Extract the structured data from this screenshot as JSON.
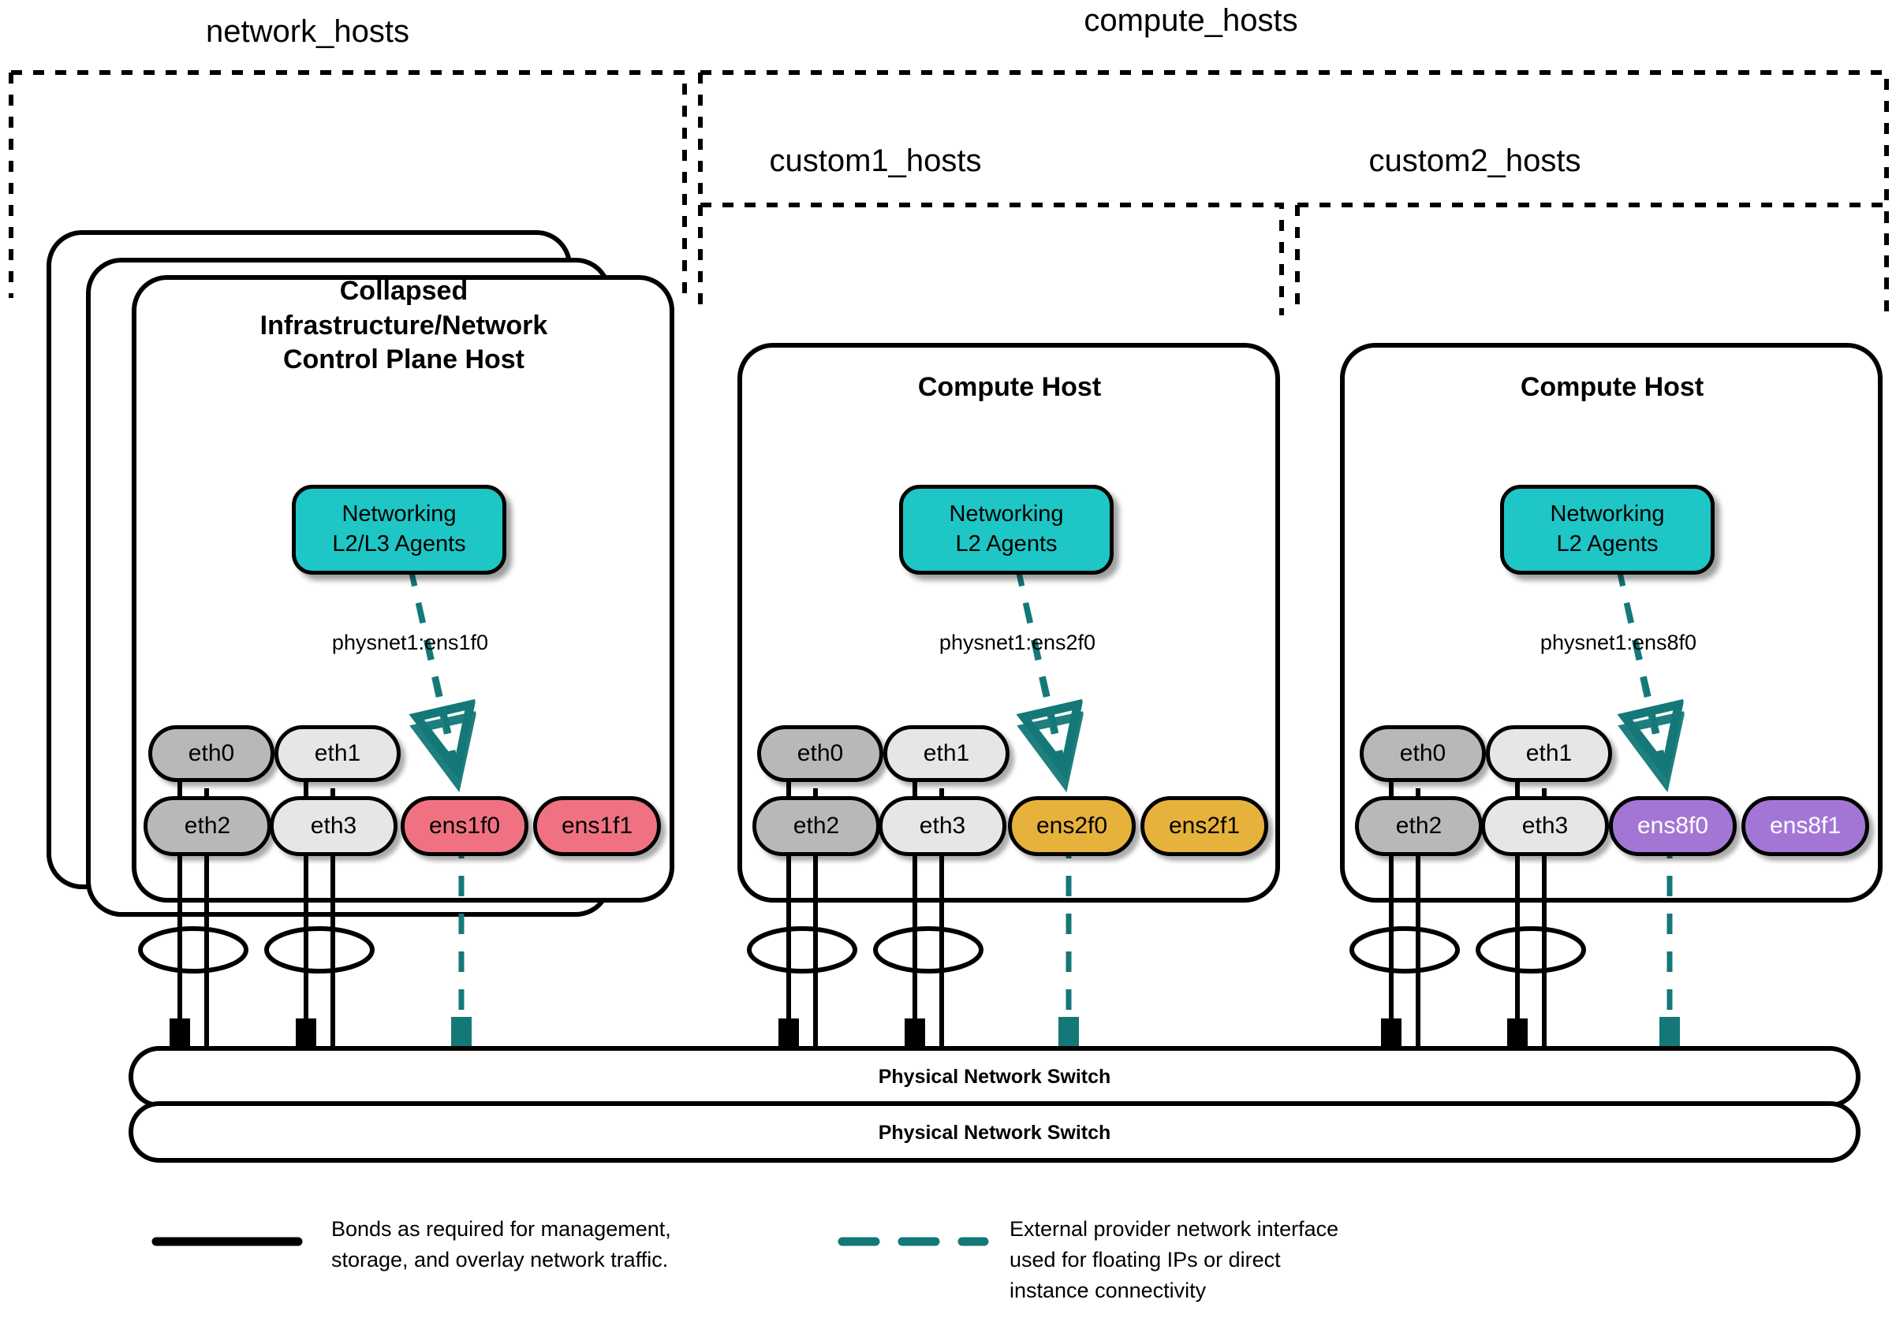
{
  "groups": [
    {
      "key": "network_hosts",
      "label": "network_hosts"
    },
    {
      "key": "compute_hosts",
      "label": "compute_hosts"
    },
    {
      "key": "custom1_hosts",
      "label": "custom1_hosts"
    },
    {
      "key": "custom2_hosts",
      "label": "custom2_hosts"
    }
  ],
  "hosts": [
    {
      "key": "collapsed-host",
      "title": "Collapsed\nInfrastructure/Network\nControl Plane Host",
      "stacked": true,
      "agent": {
        "line1": "Networking",
        "line2": "L2/L3 Agents",
        "color": "#1ec6c6"
      },
      "physnet": "physnet1:ens1f0",
      "nics": [
        {
          "name": "eth0",
          "color": "#b8b8b8",
          "text": "#000000"
        },
        {
          "name": "eth1",
          "color": "#e6e6e6",
          "text": "#000000"
        },
        {
          "name": "eth2",
          "color": "#b8b8b8",
          "text": "#000000"
        },
        {
          "name": "eth3",
          "color": "#e6e6e6",
          "text": "#000000"
        },
        {
          "name": "ens1f0",
          "color": "#f07282",
          "text": "#000000"
        },
        {
          "name": "ens1f1",
          "color": "#f07282",
          "text": "#000000"
        }
      ]
    },
    {
      "key": "compute-host-1",
      "title": "Compute Host",
      "stacked": false,
      "agent": {
        "line1": "Networking",
        "line2": "L2 Agents",
        "color": "#1ec6c6"
      },
      "physnet": "physnet1:ens2f0",
      "nics": [
        {
          "name": "eth0",
          "color": "#b8b8b8",
          "text": "#000000"
        },
        {
          "name": "eth1",
          "color": "#e6e6e6",
          "text": "#000000"
        },
        {
          "name": "eth2",
          "color": "#b8b8b8",
          "text": "#000000"
        },
        {
          "name": "eth3",
          "color": "#e6e6e6",
          "text": "#000000"
        },
        {
          "name": "ens2f0",
          "color": "#e7b23c",
          "text": "#000000"
        },
        {
          "name": "ens2f1",
          "color": "#e7b23c",
          "text": "#000000"
        }
      ]
    },
    {
      "key": "compute-host-2",
      "title": "Compute Host",
      "stacked": false,
      "agent": {
        "line1": "Networking",
        "line2": "L2 Agents",
        "color": "#1ec6c6"
      },
      "physnet": "physnet1:ens8f0",
      "nics": [
        {
          "name": "eth0",
          "color": "#b8b8b8",
          "text": "#000000"
        },
        {
          "name": "eth1",
          "color": "#e6e6e6",
          "text": "#000000"
        },
        {
          "name": "eth2",
          "color": "#b8b8b8",
          "text": "#000000"
        },
        {
          "name": "eth3",
          "color": "#e6e6e6",
          "text": "#000000"
        },
        {
          "name": "ens8f0",
          "color": "#a376d6",
          "text": "#ffffff"
        },
        {
          "name": "ens8f1",
          "color": "#a376d6",
          "text": "#ffffff"
        }
      ]
    }
  ],
  "switches": [
    {
      "key": "switch-top",
      "label": "Physical Network Switch"
    },
    {
      "key": "switch-bottom",
      "label": "Physical Network Switch"
    }
  ],
  "legend": [
    {
      "key": "bonds",
      "style": "solid",
      "color": "#000000",
      "text": "Bonds as required for management,\nstorage, and overlay network traffic."
    },
    {
      "key": "external-provider",
      "style": "dashed",
      "color": "#147878",
      "text": "External provider network interface\nused for floating IPs or direct\ninstance connectivity"
    }
  ],
  "colors": {
    "teal_agent": "#1ec6c6",
    "teal_link": "#147878",
    "nic_dark_gray": "#b8b8b8",
    "nic_light_gray": "#e6e6e6",
    "nic_pink": "#f07282",
    "nic_orange": "#e7b23c",
    "nic_purple": "#a376d6",
    "outline": "#000000"
  }
}
